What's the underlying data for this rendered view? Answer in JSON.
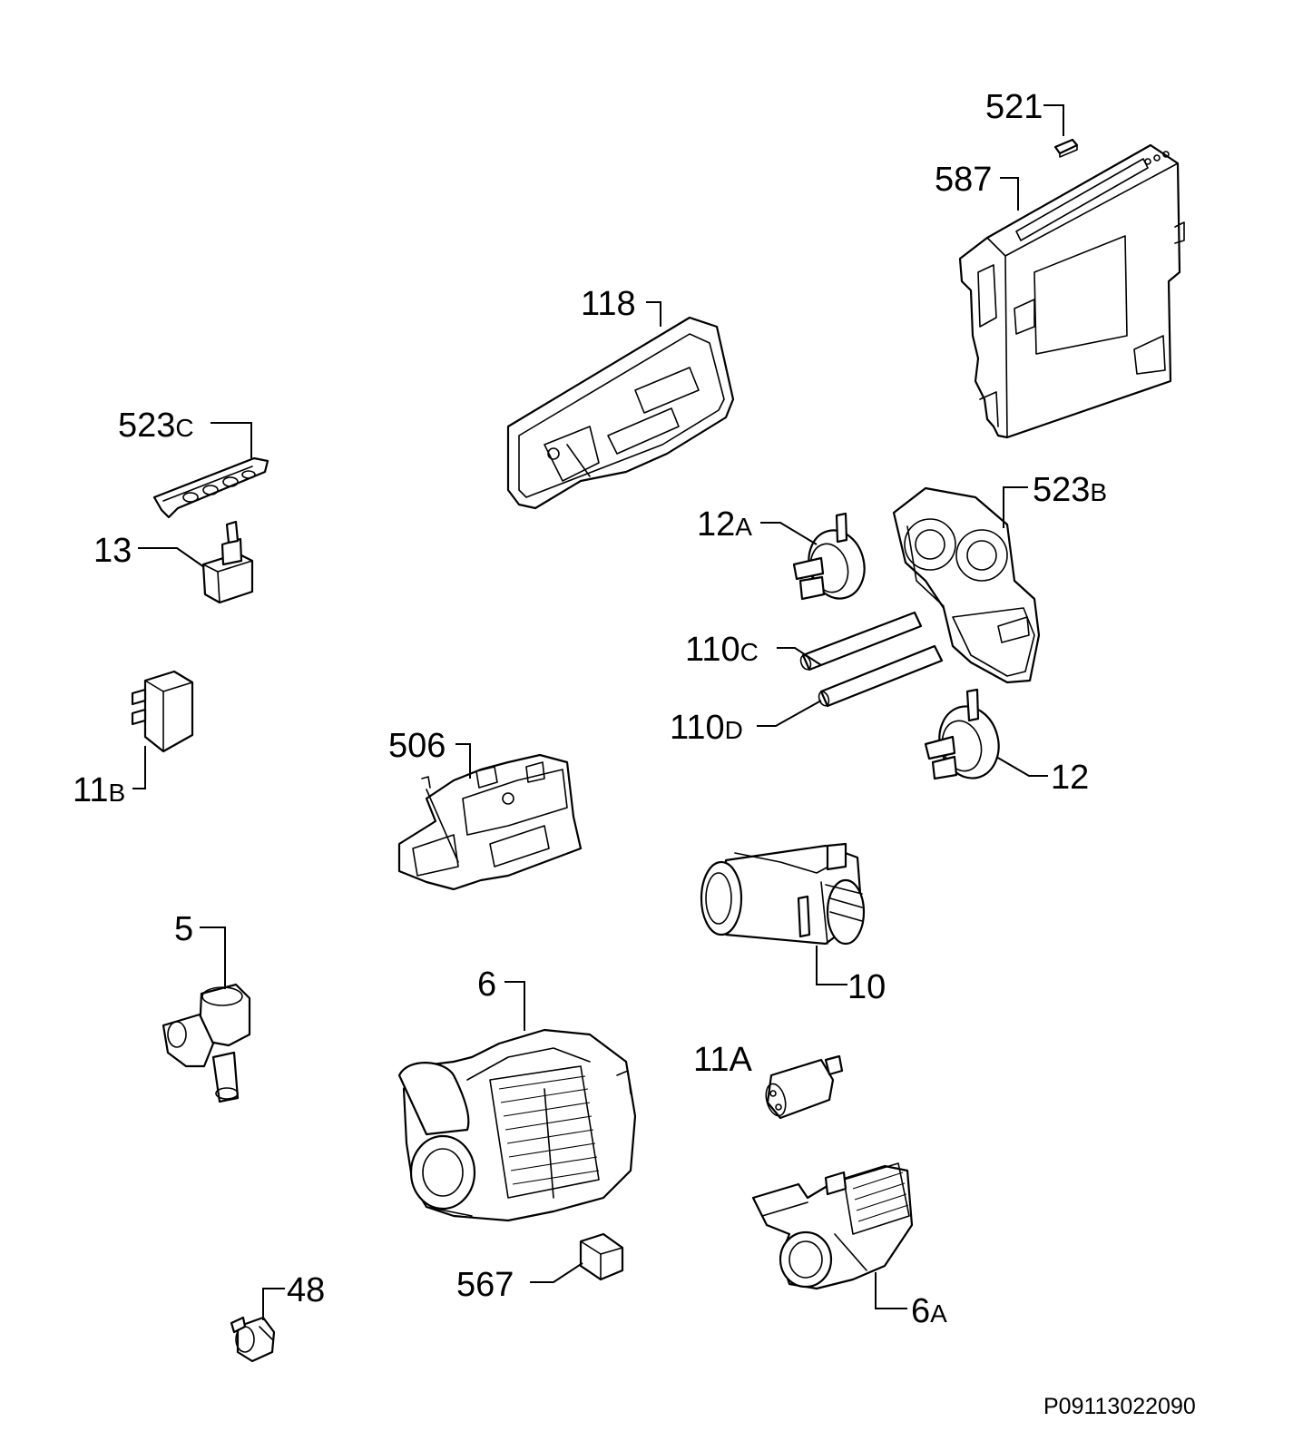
{
  "parts": {
    "p521": {
      "label": "521"
    },
    "p587": {
      "label": "587"
    },
    "p118": {
      "label": "118"
    },
    "p523c": {
      "label": "523",
      "suffix": "C"
    },
    "p523b": {
      "label": "523",
      "suffix": "B"
    },
    "p13": {
      "label": "13"
    },
    "p12a": {
      "label": "12",
      "suffix": "A"
    },
    "p110c": {
      "label": "110",
      "suffix": "C"
    },
    "p110d": {
      "label": "110",
      "suffix": "D"
    },
    "p11b": {
      "label": "11",
      "suffix": "B"
    },
    "p506": {
      "label": "506"
    },
    "p12": {
      "label": "12"
    },
    "p5": {
      "label": "5"
    },
    "p10": {
      "label": "10"
    },
    "p6": {
      "label": "6"
    },
    "p11a": {
      "label": "11A"
    },
    "p567": {
      "label": "567"
    },
    "p6a": {
      "label": "6",
      "suffix": "A"
    },
    "p48": {
      "label": "48"
    }
  },
  "reference_code": "P09113022090"
}
